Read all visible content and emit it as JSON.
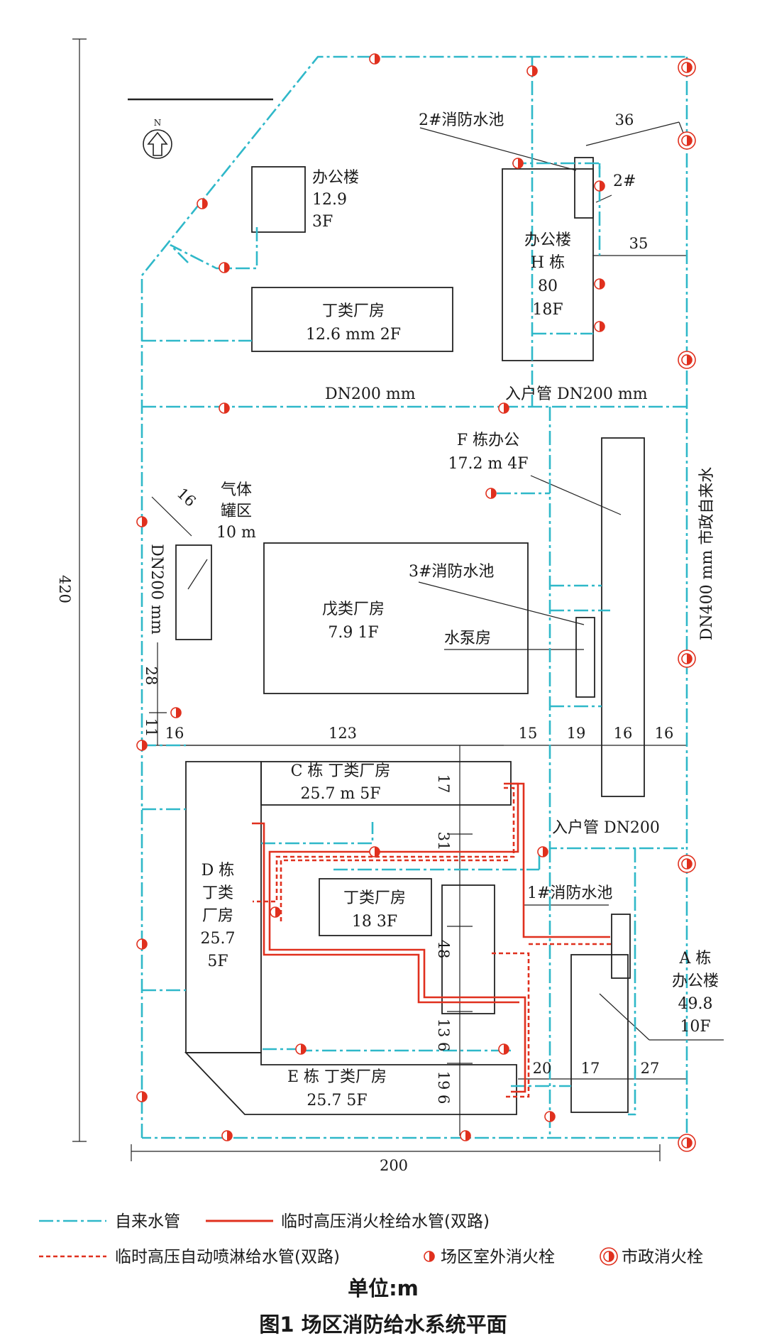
{
  "north_label": "N",
  "labels": {
    "office_small": [
      "办公楼",
      "12.9",
      "3F"
    ],
    "ding_top": [
      "丁类厂房",
      "12.6 mm  2F"
    ],
    "pool2": "2#消防水池",
    "pool2_short": "2#",
    "office_h": [
      "办公楼",
      "H 栋",
      "80",
      "18F"
    ],
    "dn200_mid": "DN200 mm",
    "inlet_top": "入户管 DN200 mm",
    "f_office": [
      "F 栋办公",
      "17.2 m  4F"
    ],
    "gas_area": [
      "气体",
      "罐区",
      "10 m"
    ],
    "wu_factory": [
      "戊类厂房",
      "7.9  1F"
    ],
    "pool3": "3#消防水池",
    "pump_house": "水泵房",
    "dn200_left": "DN200 mm",
    "dn400_right": "DN400 mm 市政自来水",
    "c_bldg": [
      "C 栋  丁类厂房",
      "25.7 m  5F"
    ],
    "d_bldg": [
      "D 栋",
      "丁类",
      "厂房",
      "25.7",
      "5F"
    ],
    "ding_mid": [
      "丁类厂房",
      "18  3F"
    ],
    "inlet_mid": "入户管 DN200",
    "pool1": "1#消防水池",
    "a_bldg": [
      "A 栋",
      "办公楼",
      "49.8",
      "10F"
    ],
    "e_bldg": [
      "E 栋  丁类厂房",
      "25.7  5F"
    ]
  },
  "dimensions": {
    "total_height": "420",
    "total_width": "200",
    "d36": "36",
    "d35": "35",
    "d16_gas": "16",
    "d28": "28",
    "d11": "11",
    "d16_a": "16",
    "d123": "123",
    "d15": "15",
    "d19": "19",
    "d16_b": "16",
    "d16_c": "16",
    "d17_c": "17",
    "d31": "31",
    "d48": "48",
    "d13_6": "13 6",
    "d19_6": "19 6",
    "d20": "20",
    "d17_a": "17",
    "d27": "27"
  },
  "legend": {
    "tap_water": "自来水管",
    "hydrant_pipe": "临时高压消火栓给水管(双路)",
    "sprinkler_pipe": "临时高压自动喷淋给水管(双路)",
    "site_hydrant": "场区室外消火栓",
    "municipal_hydrant": "市政消火栓"
  },
  "unit": "单位:m",
  "caption": "图1   场区消防给水系统平面",
  "colors": {
    "tap_water": "#2fb8c9",
    "fire_pipe": "#e0301e",
    "building_outline": "#222222"
  },
  "icons": [
    "north-arrow-icon",
    "site-hydrant-icon",
    "municipal-hydrant-icon"
  ]
}
